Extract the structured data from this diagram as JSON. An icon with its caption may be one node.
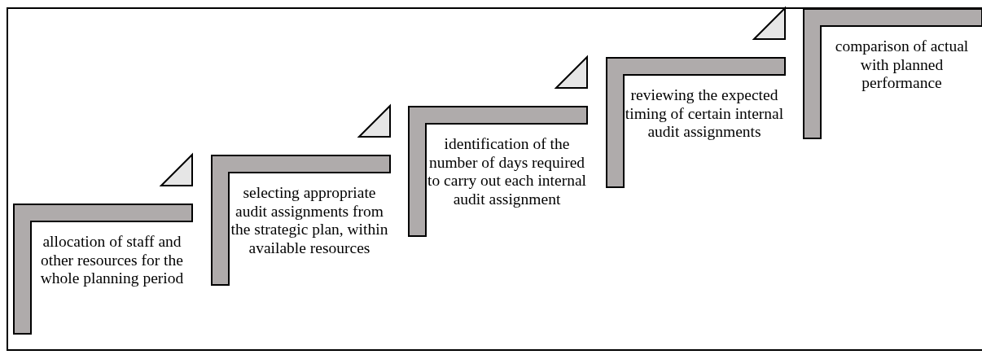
{
  "diagram": {
    "nodes": [
      {
        "text": [
          "allocation of staff and other resources for the whole planning period"
        ]
      },
      {
        "text": [
          "selecting appropriate audit assignments from the strategic plan, within available resources"
        ]
      },
      {
        "text": [
          "identification of the number of days required to carry out each internal audit assignment"
        ]
      },
      {
        "text": [
          "reviewing the expected timing of certain internal audit assignments"
        ]
      },
      {
        "text": [
          "comparison of actual with planned performance"
        ]
      }
    ]
  }
}
